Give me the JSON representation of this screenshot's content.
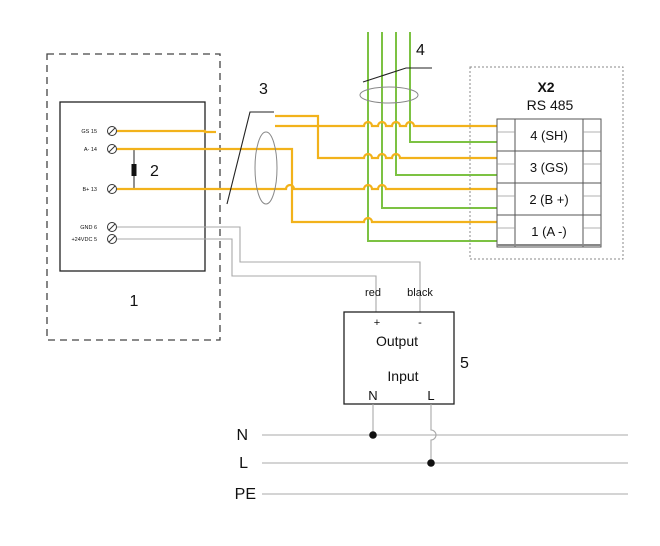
{
  "device": {
    "number": "1",
    "terminals": [
      "GS 15",
      "A- 14",
      "B+ 13",
      "GND 6",
      "+24VDC 5"
    ]
  },
  "callouts": {
    "resistor": "2",
    "cable": "3",
    "bus_cable": "4",
    "psu": "5"
  },
  "x2": {
    "title": "X2",
    "subtitle": "RS 485",
    "terminals": [
      "4 (SH)",
      "3 (GS)",
      "2 (B +)",
      "1 (A -)"
    ]
  },
  "psu": {
    "wire_red": "red",
    "wire_black": "black",
    "plus": "+",
    "minus": "-",
    "output": "Output",
    "input": "Input",
    "in_n": "N",
    "in_l": "L"
  },
  "mains": {
    "n": "N",
    "l": "L",
    "pe": "PE"
  },
  "colors": {
    "signal_wire": "#f2b21b",
    "bus_wire": "#7cc243",
    "power_wire": "#a8a8a8"
  }
}
